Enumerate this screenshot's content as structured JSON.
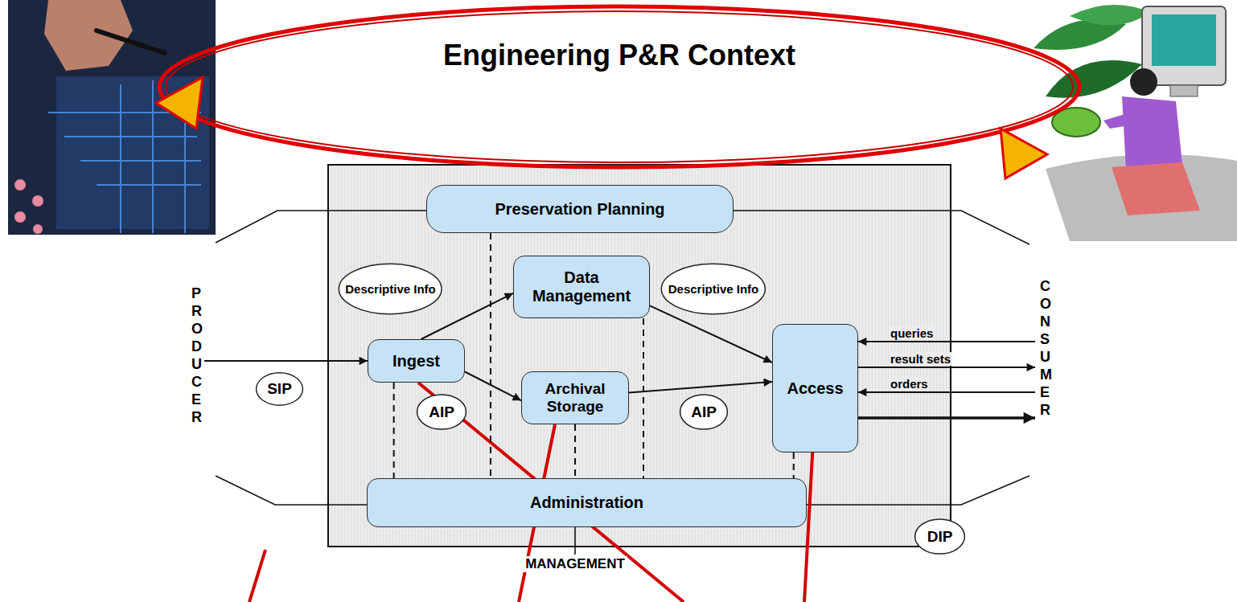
{
  "diagram": {
    "title": "Engineering P&R Context",
    "nodes": [
      {
        "text": [
          "Preservation Planning"
        ]
      },
      {
        "text": [
          "PRODUCER"
        ]
      },
      {
        "text": [
          "Descriptive Info"
        ]
      },
      {
        "text": [
          "Data Management"
        ]
      },
      {
        "text": [
          "Descriptive Info"
        ]
      },
      {
        "text": [
          "CONSUMER"
        ]
      },
      {
        "text": [
          "Ingest"
        ]
      },
      {
        "text": [
          "Access"
        ]
      },
      {
        "text": [
          "SIP"
        ]
      },
      {
        "text": [
          "Archival Storage"
        ]
      },
      {
        "text": [
          "AIP"
        ]
      },
      {
        "text": [
          "AIP"
        ]
      },
      {
        "text": [
          "DIP"
        ]
      },
      {
        "text": [
          "Administration"
        ]
      }
    ],
    "edges": [
      {
        "from": 1,
        "to": 6,
        "arrow": "to"
      },
      {
        "from": 6,
        "to": 3,
        "arrow": "to"
      },
      {
        "from": 6,
        "to": 9,
        "arrow": "to"
      },
      {
        "from": 3,
        "to": 7,
        "arrow": "to"
      },
      {
        "from": 9,
        "to": 7,
        "arrow": "to"
      },
      {
        "from": 5,
        "to": 7,
        "label": "queries",
        "arrow": "to"
      },
      {
        "from": 7,
        "to": 5,
        "label": "result sets",
        "arrow": "to"
      },
      {
        "from": 5,
        "to": 7,
        "label": "orders",
        "arrow": "to"
      },
      {
        "from": 7,
        "to": 5,
        "arrow": "to"
      },
      {
        "from": 6,
        "to": 13,
        "arrow": "none"
      },
      {
        "from": 9,
        "to": 13,
        "arrow": "none"
      },
      {
        "from": 7,
        "to": 13,
        "arrow": "none"
      },
      {
        "from": 0,
        "to": 13,
        "arrow": "none"
      },
      {
        "from": 3,
        "to": 13,
        "arrow": "none"
      }
    ],
    "labels": [
      "MANAGEMENT"
    ]
  }
}
